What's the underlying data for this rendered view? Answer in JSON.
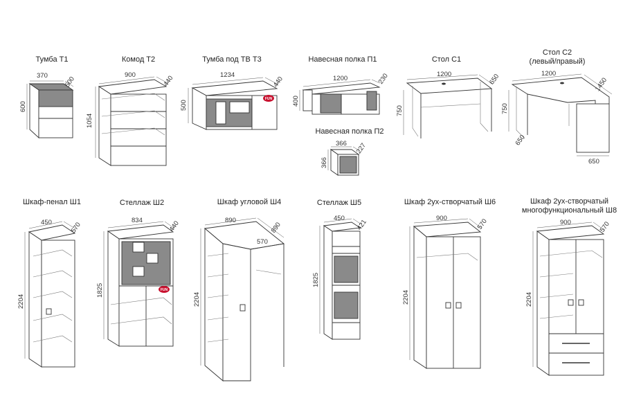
{
  "items": {
    "t1": {
      "title": "Тумба Т1",
      "w": "370",
      "d": "500",
      "h": "600"
    },
    "t2": {
      "title": "Комод Т2",
      "w": "900",
      "d": "440",
      "h": "1054"
    },
    "t3": {
      "title": "Тумба под ТВ Т3",
      "w": "1234",
      "d": "440",
      "h": "500"
    },
    "p1": {
      "title": "Навесная полка П1",
      "w": "1200",
      "d": "230",
      "h": "400"
    },
    "p2": {
      "title": "Навесная полка П2",
      "w": "366",
      "d": "227",
      "h": "366"
    },
    "c1": {
      "title": "Стол С1",
      "w": "1200",
      "d": "650",
      "h": "750"
    },
    "c2": {
      "title_line1": "Стол С2",
      "title_line2": "(левый/правый)",
      "w": "1200",
      "d": "1450",
      "h": "750",
      "d2": "650",
      "d3": "650"
    },
    "sh1": {
      "title": "Шкаф-пенал Ш1",
      "w": "450",
      "d": "570",
      "h": "2204"
    },
    "sh2": {
      "title": "Стеллаж Ш2",
      "w": "834",
      "d": "440",
      "h": "1825"
    },
    "sh4": {
      "title": "Шкаф угловой Ш4",
      "w": "890",
      "d": "890",
      "d2": "570",
      "h": "2204"
    },
    "sh5": {
      "title": "Стеллаж Ш5",
      "w": "450",
      "d": "421",
      "h": "1825"
    },
    "sh6": {
      "title": "Шкаф 2ух-створчатый Ш6",
      "w": "900",
      "d": "570",
      "h": "2204"
    },
    "sh8": {
      "title_line1": "Шкаф 2ух-створчатый",
      "title_line2": "многофункциональный Ш8",
      "w": "900",
      "d": "570",
      "h": "2204"
    }
  },
  "badge": "FUN"
}
